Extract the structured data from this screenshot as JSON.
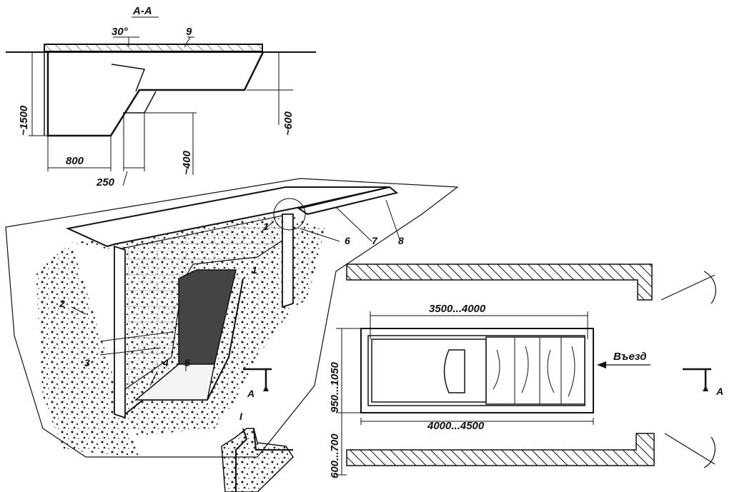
{
  "section": {
    "title": "A-A",
    "angle": "30°",
    "callout_9": "9",
    "dim_depth": "~1500",
    "dim_step": "~600",
    "dim_lower": "~400",
    "dim_width": "800",
    "dim_stop": "250"
  },
  "perspective": {
    "callouts": [
      "1",
      "1",
      "2",
      "3",
      "4",
      "5",
      "6",
      "7",
      "8"
    ],
    "section_mark": "A",
    "detail_label": "I"
  },
  "plan": {
    "dim_inner_length": "3500...4000",
    "dim_outer_length": "4000...4500",
    "dim_width": "950...1050",
    "dim_gap": "600...700",
    "entry_label": "Въезд",
    "section_mark": "A"
  }
}
